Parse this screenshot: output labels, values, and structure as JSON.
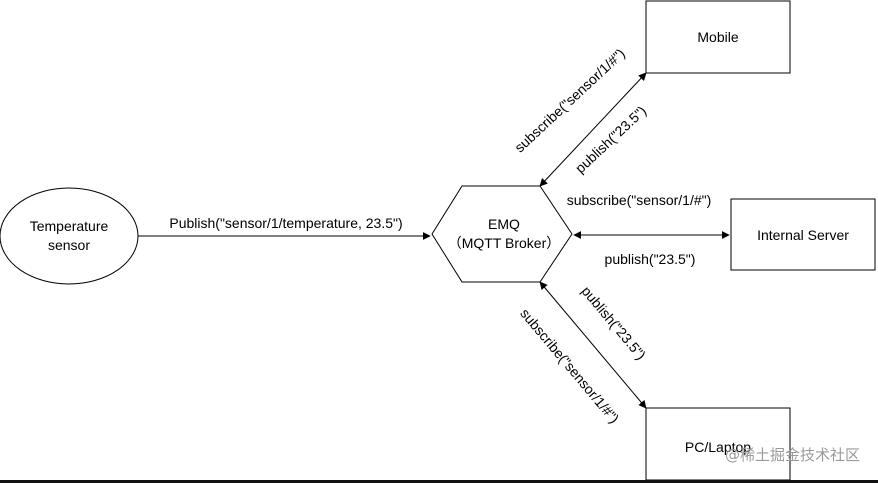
{
  "nodes": {
    "sensor": {
      "line1": "Temperature",
      "line2": "sensor"
    },
    "broker": {
      "line1": "EMQ",
      "line2": "（MQTT Broker）"
    },
    "mobile": {
      "label": "Mobile"
    },
    "server": {
      "label": "Internal Server"
    },
    "pc": {
      "label": "PC/Laptop"
    }
  },
  "edges": {
    "sensor_to_broker": "Publish(\"sensor/1/temperature, 23.5\")",
    "mobile_subscribe": "subscribe(\"sensor/1/#\")",
    "mobile_publish": "publish(\"23.5\")",
    "server_subscribe": "subscribe(\"sensor/1/#\")",
    "server_publish": "publish(\"23.5\")",
    "pc_publish": "publish(\"23.5\")",
    "pc_subscribe": "subscribe(\"sensor/1/#\")"
  },
  "watermark": "@稀土掘金技术社区"
}
